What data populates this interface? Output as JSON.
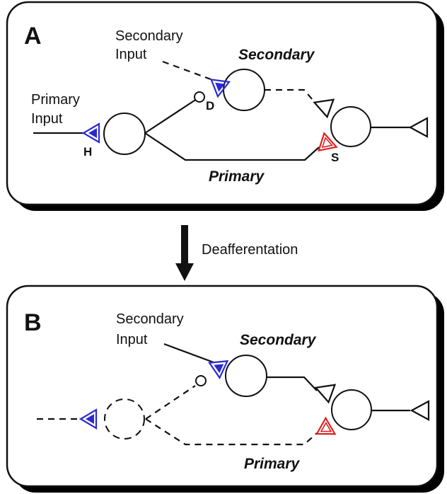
{
  "panels": {
    "a": {
      "letter": "A",
      "secondary_input_line1": "Secondary",
      "secondary_input_line2": "Input",
      "secondary_pathway": "Secondary",
      "primary_input_line1": "Primary",
      "primary_input_line2": "Input",
      "primary_pathway": "Primary",
      "synapse_h": "H",
      "synapse_d": "D",
      "synapse_s": "S"
    },
    "b": {
      "letter": "B",
      "secondary_input_line1": "Secondary",
      "secondary_input_line2": "Input",
      "secondary_pathway": "Secondary",
      "primary_pathway": "Primary"
    }
  },
  "transition_label": "Deafferentation",
  "colors": {
    "blue_synapse": "#2a2ad0",
    "red_synapse": "#e02020",
    "outline": "#111111",
    "shadow": "#000000"
  }
}
